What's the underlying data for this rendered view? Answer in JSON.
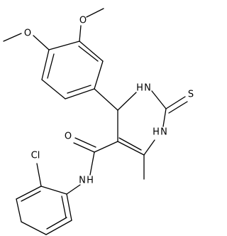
{
  "structure": {
    "atom_labels": {
      "methoxy_O_top": "O",
      "methoxy_O_left": "O",
      "NH_ring_top": "H",
      "N_ring_top": "N",
      "S": "S",
      "NH_ring_bottom": "H",
      "N_ring_bottom": "N",
      "O_carbonyl": "O",
      "N_amide": "N",
      "H_amide": "H",
      "Cl": "Cl"
    }
  }
}
